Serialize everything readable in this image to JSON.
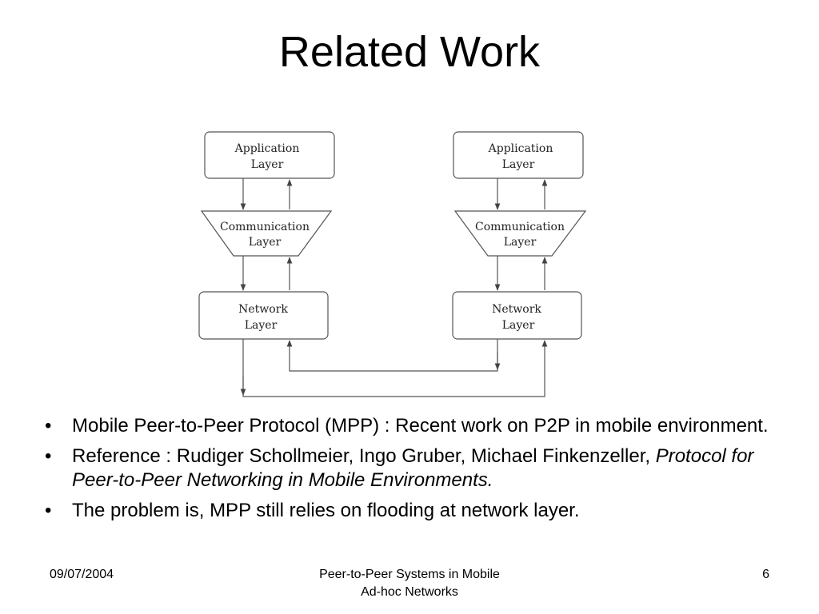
{
  "slide": {
    "title": "Related Work",
    "bullets": [
      {
        "text": "Mobile Peer-to-Peer Protocol (MPP) : Recent work on P2P in mobile environment.",
        "italic": ""
      },
      {
        "text": "Reference : Rudiger Schollmeier, Ingo Gruber, Michael Finkenzeller, ",
        "italic": "Protocol for Peer-to-Peer Networking in Mobile Environments."
      },
      {
        "text": "The problem is, MPP still relies on flooding at network layer.",
        "italic": ""
      }
    ],
    "bullet_symbol": "•"
  },
  "diagram": {
    "left_stack": {
      "application": [
        "Application",
        "Layer"
      ],
      "communication": [
        "Communication",
        "Layer"
      ],
      "network": [
        "Network",
        "Layer"
      ]
    },
    "right_stack": {
      "application": [
        "Application",
        "Layer"
      ],
      "communication": [
        "Communication",
        "Layer"
      ],
      "network": [
        "Network",
        "Layer"
      ]
    }
  },
  "footer": {
    "date": "09/07/2004",
    "title_line1": "Peer-to-Peer Systems in Mobile",
    "title_line2": "Ad-hoc Networks",
    "page": "6"
  },
  "colors": {
    "stroke": "#555555",
    "text": "#000000"
  }
}
